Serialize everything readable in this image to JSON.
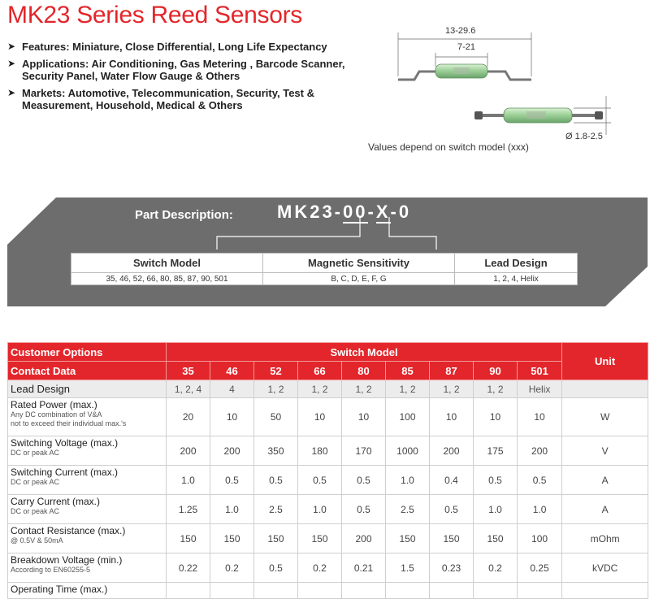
{
  "title": "MK23 Series Reed Sensors",
  "bullets": [
    {
      "label": "Features:",
      "text": "Miniature, Close Differential, Long Life Expectancy"
    },
    {
      "label": "Applications:",
      "text": "Air Conditioning, Gas Metering , Barcode Scanner, Security Panel, Water Flow Gauge & Others"
    },
    {
      "label": "Markets:",
      "text": "Automotive, Telecommunication, Security, Test & Measurement, Household, Medical & Others"
    }
  ],
  "drawing": {
    "dim_outer": "13-29.6",
    "dim_inner": "7-21",
    "dim_diameter": "Ø 1.8-2.5",
    "caption": "Values depend on switch model (xxx)"
  },
  "part_description": {
    "label": "Part Description:",
    "code_prefix": "MK23-",
    "code_model": "00",
    "code_dash": "-",
    "code_sens": "X",
    "code_suffix": "-0",
    "headers": [
      "Switch Model",
      "Magnetic Sensitivity",
      "Lead Design"
    ],
    "values": [
      "35, 46, 52, 66, 80, 85, 87, 90, 501",
      "B, C, D, E, F, G",
      "1, 2, 4, Helix"
    ]
  },
  "spec_table": {
    "customer_options": "Customer Options",
    "switch_model": "Switch Model",
    "unit_header": "Unit",
    "contact_data": "Contact Data",
    "models": [
      "35",
      "46",
      "52",
      "66",
      "80",
      "85",
      "87",
      "90",
      "501"
    ],
    "lead_design": {
      "label": "Lead Design",
      "values": [
        "1, 2, 4",
        "4",
        "1, 2",
        "1, 2",
        "1, 2",
        "1, 2",
        "1, 2",
        "1, 2",
        "Helix"
      ]
    },
    "rows": [
      {
        "label": "Rated Power (max.)",
        "sub": [
          "Any DC combination of V&A",
          "not to exceed their individual  max.'s"
        ],
        "values": [
          "20",
          "10",
          "50",
          "10",
          "10",
          "100",
          "10",
          "10",
          "10"
        ],
        "unit": "W"
      },
      {
        "label": "Switching Voltage (max.)",
        "sub": [
          "DC or peak AC"
        ],
        "values": [
          "200",
          "200",
          "350",
          "180",
          "170",
          "1000",
          "200",
          "175",
          "200"
        ],
        "unit": "V"
      },
      {
        "label": "Switching Current (max.)",
        "sub": [
          "DC or peak AC"
        ],
        "values": [
          "1.0",
          "0.5",
          "0.5",
          "0.5",
          "0.5",
          "1.0",
          "0.4",
          "0.5",
          "0.5"
        ],
        "unit": "A"
      },
      {
        "label": "Carry Current (max.)",
        "sub": [
          "DC or peak AC"
        ],
        "values": [
          "1.25",
          "1.0",
          "2.5",
          "1.0",
          "0.5",
          "2.5",
          "0.5",
          "1.0",
          "1.0"
        ],
        "unit": "A"
      },
      {
        "label": "Contact Resistance (max.)",
        "sub": [
          "@ 0.5V & 50mA"
        ],
        "values": [
          "150",
          "150",
          "150",
          "150",
          "200",
          "150",
          "150",
          "150",
          "100"
        ],
        "unit": "mOhm"
      },
      {
        "label": "Breakdown Voltage (min.)",
        "sub": [
          "According to EN60255-5"
        ],
        "values": [
          "0.22",
          "0.2",
          "0.5",
          "0.2",
          "0.21",
          "1.5",
          "0.23",
          "0.2",
          "0.25"
        ],
        "unit": "kVDC"
      },
      {
        "label": "Operating Time (max.)",
        "sub": [],
        "values": [
          "",
          "",
          "",
          "",
          "",
          "",
          "",
          "",
          ""
        ],
        "unit": ""
      }
    ]
  },
  "colors": {
    "brand_red": "#e3262b",
    "panel_gray": "#6d6d6d"
  }
}
